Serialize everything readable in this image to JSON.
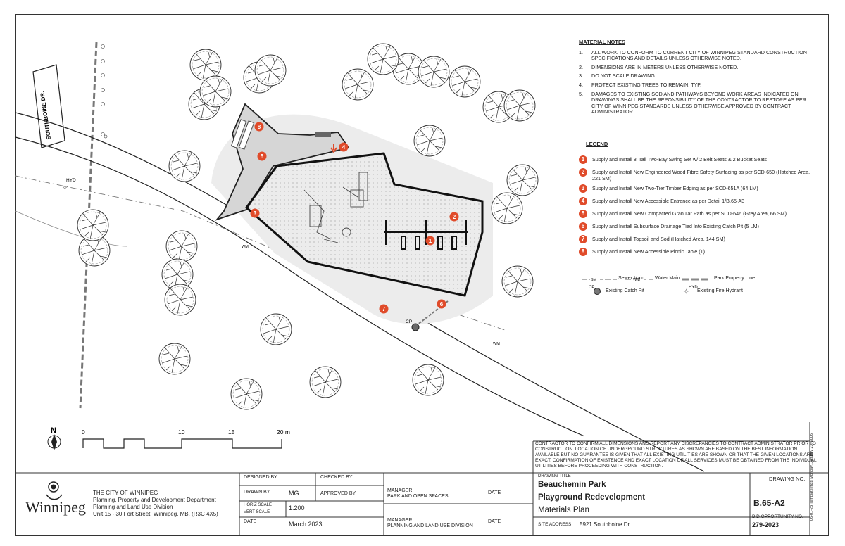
{
  "notes": {
    "title": "MATERIAL NOTES",
    "items": [
      {
        "num": "1.",
        "text": "ALL WORK TO CONFORM TO CURRENT CITY OF WINNIPEG STANDARD CONSTRUCTION SPECIFICATIONS AND DETAILS UNLESS OTHERWISE NOTED."
      },
      {
        "num": "2.",
        "text": "DIMENSIONS ARE IN METERS UNLESS OTHERWISE NOTED."
      },
      {
        "num": "3.",
        "text": "DO NOT SCALE DRAWING."
      },
      {
        "num": "4.",
        "text": "PROTECT EXISTING TREES TO REMAIN, TYP."
      },
      {
        "num": "5.",
        "text": "DAMAGES TO EXISTING SOD AND PATHWAYS BEYOND WORK AREAS INDICATED ON DRAWINGS SHALL BE THE REPONSIBILITY OF THE CONTRACTOR TO RESTORE AS PER CITY OF WINNIPEG STANDARDS UNLESS OTHERWISE APPROVED BY CONTRACT ADMINISTRATOR."
      }
    ]
  },
  "legend": {
    "title": "LEGEND",
    "items": [
      {
        "badge": "1",
        "text": "Supply and Install 8' Tall Two-Bay Swing Set w/ 2 Belt Seats & 2 Bucket Seats"
      },
      {
        "badge": "2",
        "text": "Supply and Install New Engineered Wood Fibre Safety Surfacing as per SCD-650 (Hatched Area, 221 SM)"
      },
      {
        "badge": "3",
        "text": "Supply and Install New Two-Tier Timber Edging as per SCD-651A (64 LM)"
      },
      {
        "badge": "4",
        "text": "Supply and Install New Accessible Entrance as per Detail 1/B.65-A3"
      },
      {
        "badge": "5",
        "text": "Supply and Install New Compacted Granular Path as per SCD-646 (Grey Area, 66 SM)"
      },
      {
        "badge": "6",
        "text": "Supply and Install Subsurface Drainage Tied Into Existing Catch Pit (5 LM)"
      },
      {
        "badge": "7",
        "text": "Supply and Install Topsoil and Sod (Hatched Area, 144 SM)"
      },
      {
        "badge": "8",
        "text": "Supply and Install New Accessible Picnic Table (1)"
      }
    ],
    "sewer_label": "Sewer Main",
    "water_label": "Water Main",
    "property_label": "Park Property Line",
    "sm_tag": "SM",
    "wm_tag": "WM",
    "cp_tag": "CP",
    "hyd_tag": "HYD",
    "catch_pit_label": "Existing Catch Pit",
    "hydrant_label": "Existing Fire Hydrant"
  },
  "map": {
    "street": "SOUTHBOINE DR.",
    "hyd": "HYD",
    "cp": "CP",
    "wm": "WM",
    "north": "N",
    "scale_ticks": [
      "0",
      "10",
      "15",
      "20 m"
    ]
  },
  "disclaimer": "CONTRACTOR TO CONFIRM ALL DIMENSIONS AND REPORT ANY DISCREPANCIES TO CONTRACT ADMINISTRATOR PRIOR TO CONSTRUCTION. LOCATION OF UNDERGROUND STRUCTURES AS SHOWN ARE BASED ON THE BEST INFORMATION AVAILABLE BUT NO GUARANTEE IS GIVEN THAT ALL EXISTING UTILITIES ARE SHOWN OR THAT THE GIVEN LOCATIONS ARE EXACT. CONFIRMATION OF EXISTENCE AND EXACT LOCATION OF ALL SERVICES MUST BE OBTAINED FROM THE INDIVIDUAL UTILITIES BEFORE PROCEEDING WITH CONSTRUCTION.",
  "title_block": {
    "org_lines": [
      "THE CITY OF WINNIPEG",
      "Planning, Property and Development Department",
      "Planning and Land Use Division",
      "Unit 15 - 30 Fort Street, Winnipeg, MB, (R3C 4X5)"
    ],
    "logo_text": "Winnipeg",
    "designed_by_label": "DESIGNED BY",
    "checked_by_label": "CHECKED  BY",
    "drawn_by_label": "DRAWN BY",
    "drawn_by": "MG",
    "approved_by_label": "APPROVED BY",
    "horiz_scale_label": "HORIZ  SCALE",
    "vert_scale_label": "VERT  SCALE",
    "scale": "1:200",
    "date_label": "DATE",
    "date": "March 2023",
    "manager_parks": "MANAGER,\nPARK AND OPEN SPACES",
    "manager_planning": "MANAGER,\nPLANNING AND LAND USE DIVISION",
    "date_label_2": "DATE",
    "drawing_title_label": "DRAWING TITLE",
    "title_1": "Beauchemin Park",
    "title_2": "Playground Redevelopment",
    "title_3": "Materials Plan",
    "site_address_label": "SITE ADDRESS",
    "site_address": "5921 Southboine Dr.",
    "drawing_no_label": "DRAWING  NO.",
    "drawing_no": "B.65-A2",
    "bid_label": "BID OPPORTUNITY NO.",
    "bid_no": "279-2023",
    "side_note": "06-01-23 Template.mxd    Monday, January 23, 2006"
  },
  "colors": {
    "badge": "#e04b2a",
    "path_grey": "#d6d6d6",
    "sod": "#ececec"
  }
}
